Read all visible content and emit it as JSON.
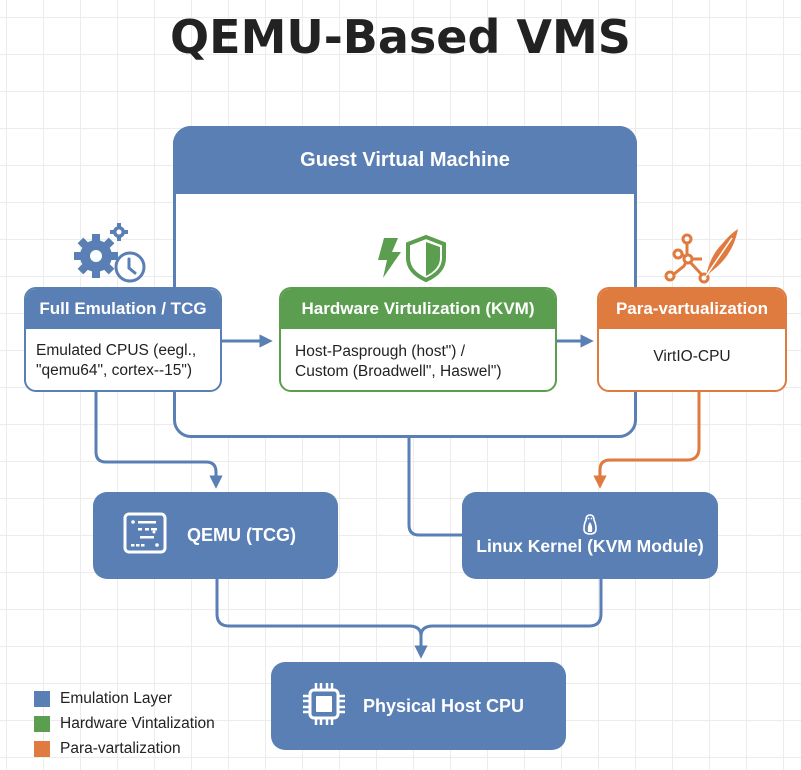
{
  "title": "QEMU-Based VMS",
  "guest_vm": {
    "label": "Guest Virtual Machine"
  },
  "cpu_modes": [
    {
      "id": "full-emulation",
      "title": "Full Emulation / TCG",
      "line1": "Emulated CPUS (eegl.,",
      "line2": "\"qemu64\", cortex--15\")",
      "icon": "gears-clock-icon",
      "color": "#5a7fb4"
    },
    {
      "id": "hardware-virtualization",
      "title": "Hardware Virtulization (KVM)",
      "line1": "Host-Pasprough (host\") /",
      "line2": "Custom (Broadwell\", Haswel\")",
      "icon": "bolt-shield-icon",
      "color": "#5c9e4f"
    },
    {
      "id": "para-virtualization",
      "title": "Para-vartualization",
      "line1": "VirtIO-CPU",
      "icon": "network-feather-icon",
      "color": "#e07b3f"
    }
  ],
  "layers": {
    "qemu_tcg": "QEMU (TCG)",
    "linux_kernel": "Linux Kernel (KVM Module)",
    "physical_cpu": "Physical Host CPU"
  },
  "legend": [
    {
      "label": "Emulation Layer",
      "color": "#5a7fb4"
    },
    {
      "label": "Hardware Vintalization",
      "color": "#5c9e4f"
    },
    {
      "label": "Para-vartalization",
      "color": "#e07b3f"
    }
  ]
}
